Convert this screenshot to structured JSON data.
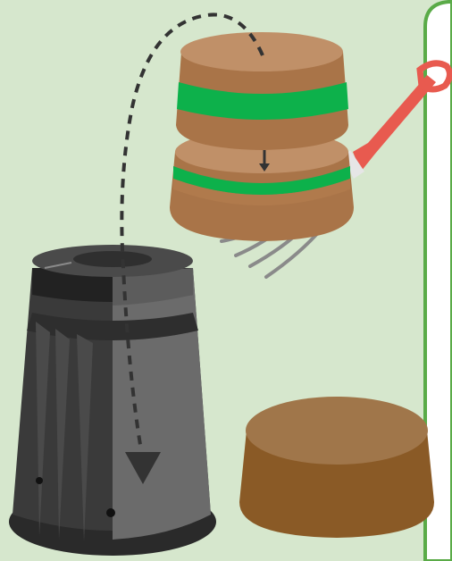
{
  "illustration": {
    "elements": [
      "compost-heap-layers",
      "garden-fork",
      "spade",
      "compost-bin",
      "finished-compost-pile",
      "transfer-arrow"
    ],
    "colors": {
      "background": "#d6e7cd",
      "panel_border": "#5aab48",
      "panel_fill": "#ffffff",
      "soil_top": "#c09068",
      "soil_band": "#a97448",
      "green_layer": "#0db14b",
      "spade_handle": "#e85a4f",
      "bin_dark": "#3a3a3a",
      "bin_light": "#6b6b6b",
      "compost_top": "#a0764a",
      "compost_side": "#8a5a26",
      "arrow": "#333333"
    }
  }
}
